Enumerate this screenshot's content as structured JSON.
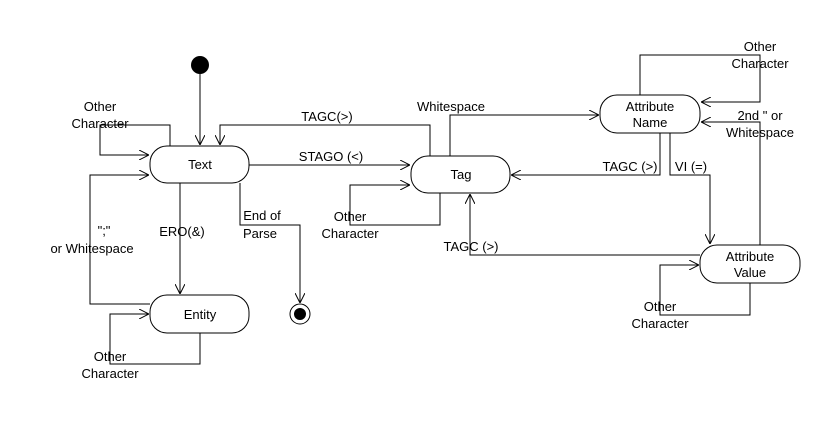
{
  "states": {
    "text": "Text",
    "tag": "Tag",
    "entity": "Entity",
    "attribute_name": [
      "Attribute",
      "Name"
    ],
    "attribute_value": [
      "Attribute",
      "Value"
    ]
  },
  "transitions": {
    "text_self": [
      "Other",
      "Character"
    ],
    "text_to_tag": "STAGO (<)",
    "tag_to_text": "TAGC(>)",
    "text_to_entity": "ERO(&)",
    "entity_to_text": [
      "\";\"",
      "or Whitespace"
    ],
    "entity_self": [
      "Other",
      "Character"
    ],
    "text_to_end": [
      "End of",
      "Parse"
    ],
    "tag_self": [
      "Other",
      "Character"
    ],
    "tag_to_attrname": "Whitespace",
    "attrname_to_tag": "TAGC (>)",
    "attrname_to_attrvalue": "VI (=)",
    "attrname_self": [
      "Other",
      "Character"
    ],
    "attrvalue_to_attrname": [
      "2nd \" or",
      "Whitespace"
    ],
    "attrvalue_to_tag": "TAGC (>)",
    "attrvalue_self": [
      "Other",
      "Character"
    ]
  }
}
